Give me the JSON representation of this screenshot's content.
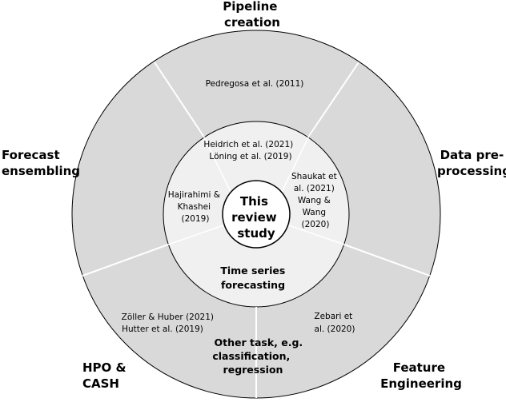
{
  "colors": {
    "outer_ring": "#d9d9d9",
    "inner_ring": "#f0f0f0",
    "center": "#ffffff",
    "divider": "#ffffff",
    "stroke": "#000000"
  },
  "outer_categories": {
    "pipeline": [
      "Pipeline",
      "creation"
    ],
    "preprocessing": [
      "Data pre-",
      "processing"
    ],
    "feature": [
      "Feature",
      "Engineering"
    ],
    "hpo": [
      "HPO &",
      "CASH"
    ],
    "ensembling": [
      "Forecast",
      "ensembling"
    ]
  },
  "outer_citations": {
    "pipeline": "Pedregosa et al. (2011)",
    "feature": [
      "Zebari et",
      "al. (2020)"
    ],
    "hpo": [
      "Zöller & Huber (2021)",
      "Hutter et al. (2019)"
    ]
  },
  "inner_citations": {
    "pipeline": [
      "Heidrich et al. (2021)",
      "Löning et al. (2019)"
    ],
    "preprocessing": [
      "Shaukat et",
      "al. (2021)",
      "Wang &",
      "Wang",
      "(2020)"
    ],
    "ensembling": [
      "Hajirahimi &",
      "Khashei",
      "(2019)"
    ]
  },
  "center_label": [
    "This",
    "review",
    "study"
  ],
  "inner_task": [
    "Time series",
    "forecasting"
  ],
  "outer_task": [
    "Other task, e.g.",
    "classification,",
    "regression"
  ]
}
